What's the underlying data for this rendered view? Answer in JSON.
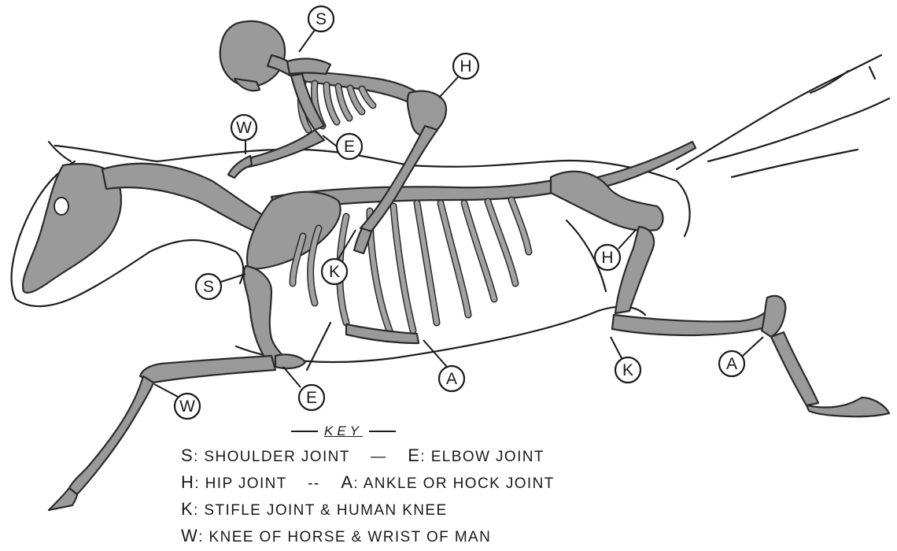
{
  "key": {
    "title": "KEY",
    "lines": [
      {
        "left_letter": "S",
        "left_text": ": SHOULDER JOINT",
        "sep": "—",
        "right_letter": "E",
        "right_text": ": ELBOW JOINT"
      },
      {
        "left_letter": "H",
        "left_text": ": HIP JOINT",
        "sep": "--",
        "right_letter": "A",
        "right_text": ": ANKLE OR HOCK JOINT"
      },
      {
        "left_letter": "K",
        "left_text": ": STIFLE JOINT & HUMAN KNEE",
        "sep": "",
        "right_letter": "",
        "right_text": ""
      },
      {
        "left_letter": "W",
        "left_text": ": KNEE OF HORSE & WRIST OF MAN",
        "sep": "",
        "right_letter": "",
        "right_text": ""
      }
    ]
  },
  "labels": {
    "human_shoulder": "S",
    "human_hip": "H",
    "human_wrist": "W",
    "human_elbow": "E",
    "human_knee": "K",
    "horse_shoulder": "S",
    "horse_elbow": "E",
    "horse_wrist": "W",
    "horse_hip": "H",
    "horse_stifle": "K",
    "horse_hock": "A",
    "human_ankle": "A"
  }
}
